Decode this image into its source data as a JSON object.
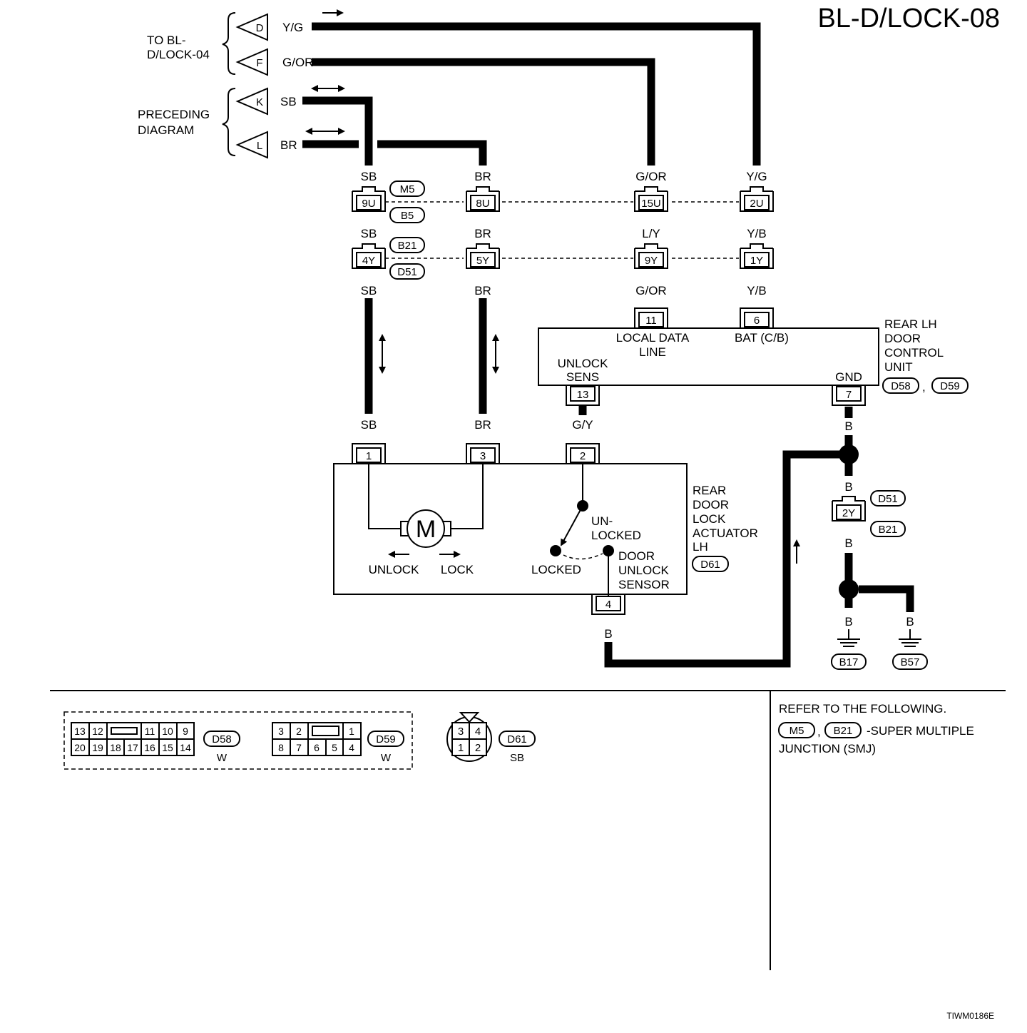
{
  "title": "BL-D/LOCK-08",
  "footer_code": "TIWM0186E",
  "left_groups": [
    {
      "label_lines": [
        "TO BL-",
        "D/LOCK-04"
      ]
    },
    {
      "label_lines": [
        "PRECEDING",
        "DIAGRAM"
      ]
    }
  ],
  "off_page_connectors": [
    {
      "letter": "D",
      "wire": "Y/G"
    },
    {
      "letter": "F",
      "wire": "G/OR"
    },
    {
      "letter": "K",
      "wire": "SB"
    },
    {
      "letter": "L",
      "wire": "BR"
    }
  ],
  "junctions": {
    "row1": {
      "connectors": [
        "M5",
        "B5"
      ],
      "pins": [
        "9U",
        "8U",
        "15U",
        "2U"
      ],
      "wires_above": [
        "SB",
        "BR",
        "G/OR",
        "Y/G"
      ],
      "wires_below": [
        "SB",
        "BR",
        "L/Y",
        "Y/B"
      ]
    },
    "row2": {
      "connectors": [
        "B21",
        "D51"
      ],
      "pins": [
        "4Y",
        "5Y",
        "9Y",
        "1Y"
      ],
      "wires_below": [
        "SB",
        "BR",
        "G/OR",
        "Y/B"
      ]
    }
  },
  "control_unit": {
    "name_lines": [
      "REAR LH",
      "DOOR",
      "CONTROL",
      "UNIT"
    ],
    "connectors": [
      "D58",
      "D59"
    ],
    "pins": {
      "local_data": {
        "num": "11",
        "label_lines": [
          "LOCAL DATA",
          "LINE"
        ]
      },
      "bat": {
        "num": "6",
        "label": "BAT (C/B)"
      },
      "unlock_sens": {
        "num": "13",
        "label_lines": [
          "UNLOCK",
          "SENS"
        ]
      },
      "gnd": {
        "num": "7",
        "label": "GND"
      }
    }
  },
  "actuator": {
    "name_lines": [
      "REAR",
      "DOOR",
      "LOCK",
      "ACTUATOR",
      "LH"
    ],
    "connector": "D61",
    "pins": [
      "1",
      "3",
      "2",
      "4"
    ],
    "wires_in": [
      "SB",
      "BR",
      "G/Y"
    ],
    "motor_symbol": "M",
    "unlock_label": "UNLOCK",
    "lock_label": "LOCK",
    "unlocked_lines": [
      "UN-",
      "LOCKED"
    ],
    "locked_label": "LOCKED",
    "sensor_lines": [
      "DOOR",
      "UNLOCK",
      "SENSOR"
    ],
    "ground_wire": "B"
  },
  "ground_path": {
    "wire": "B",
    "junction_pin": "2Y",
    "junction_connectors": [
      "D51",
      "B21"
    ],
    "grounds": [
      "B17",
      "B57"
    ]
  },
  "connector_faces": {
    "d58": {
      "id": "D58",
      "color": "W",
      "top": [
        "13",
        "12",
        "11",
        "10",
        "9"
      ],
      "bottom": [
        "20",
        "19",
        "18",
        "17",
        "16",
        "15",
        "14"
      ]
    },
    "d59": {
      "id": "D59",
      "color": "W",
      "top": [
        "3",
        "2",
        "1"
      ],
      "bottom": [
        "8",
        "7",
        "6",
        "5",
        "4"
      ]
    },
    "d61": {
      "id": "D61",
      "color": "SB",
      "top": [
        "3",
        "4"
      ],
      "bottom": [
        "1",
        "2"
      ]
    }
  },
  "reference": {
    "heading": "REFER TO THE FOLLOWING.",
    "connectors": [
      "M5",
      "B21"
    ],
    "sep": ",",
    "text": "-SUPER MULTIPLE",
    "text2": "JUNCTION (SMJ)"
  }
}
